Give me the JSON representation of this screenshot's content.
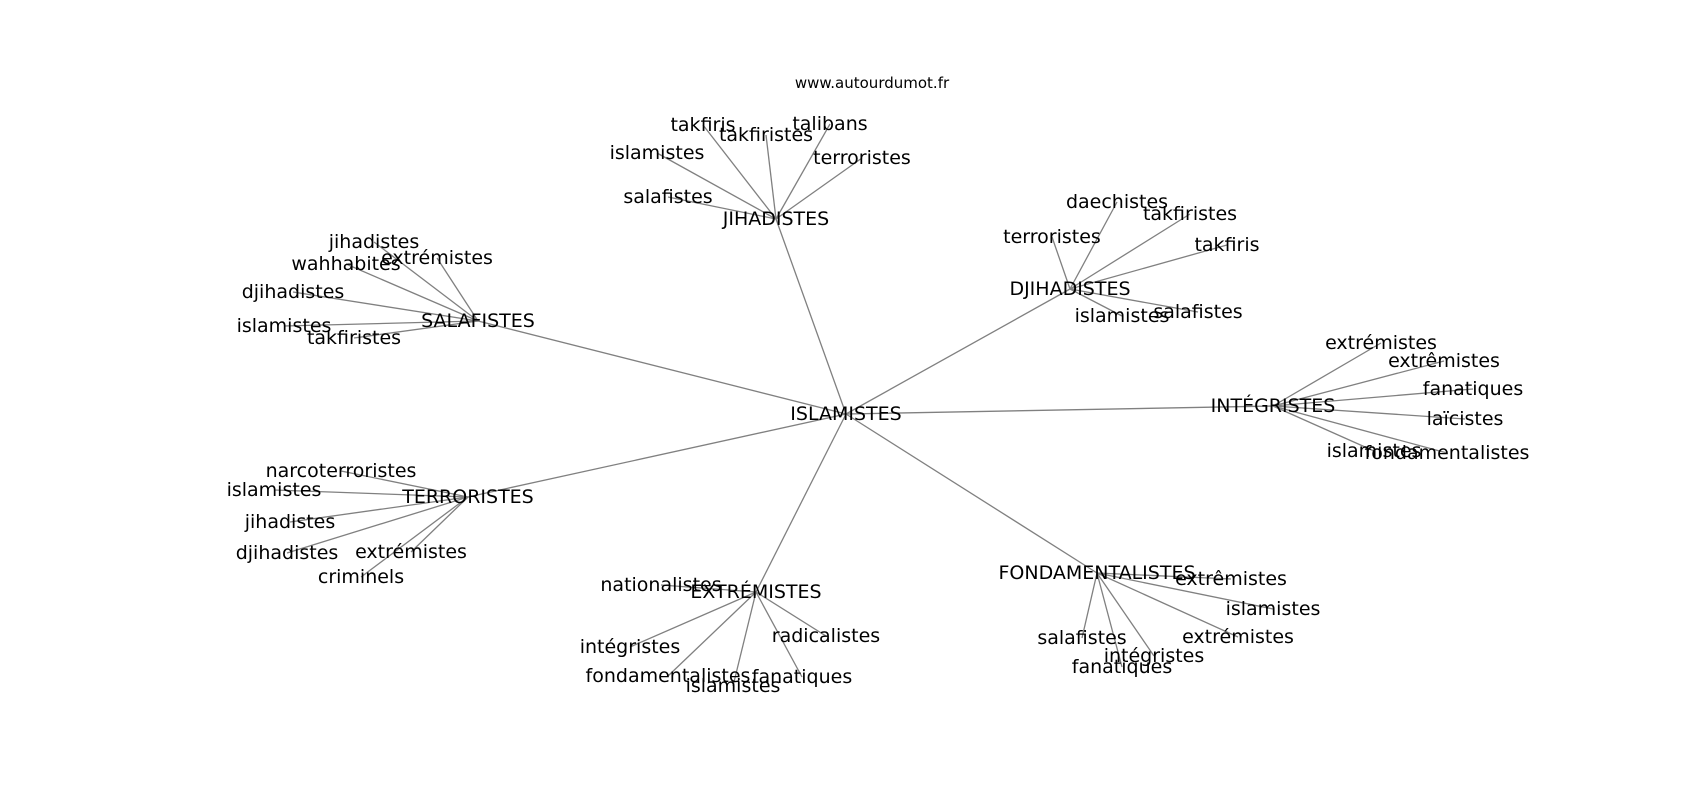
{
  "source": "www.autourdumot.fr",
  "style": {
    "edge_color": "#808080",
    "text_color": "#000000",
    "background": "#ffffff"
  },
  "graph": {
    "center": "ISLAMISTES",
    "clusters": [
      {
        "name": "JIHADISTES",
        "leaves": [
          "takfiris",
          "takfiristes",
          "talibans",
          "terroristes",
          "islamistes",
          "salafistes"
        ]
      },
      {
        "name": "DJIHADISTES",
        "leaves": [
          "daechistes",
          "takfiristes",
          "terroristes",
          "takfiris",
          "islamistes",
          "salafistes"
        ]
      },
      {
        "name": "SALAFISTES",
        "leaves": [
          "jihadistes",
          "extrémistes",
          "wahhabites",
          "djihadistes",
          "islamistes",
          "takfiristes"
        ]
      },
      {
        "name": "INTÉGRISTES",
        "leaves": [
          "extrémistes",
          "extrêmistes",
          "fanatiques",
          "laïcistes",
          "islamistes",
          "fondamentalistes"
        ]
      },
      {
        "name": "TERRORISTES",
        "leaves": [
          "narcoterroristes",
          "islamistes",
          "jihadistes",
          "djihadistes",
          "extrémistes",
          "criminels"
        ]
      },
      {
        "name": "EXTRÉMISTES",
        "leaves": [
          "nationalistes",
          "radicalistes",
          "intégristes",
          "fondamentalistes",
          "islamistes",
          "fanatiques"
        ]
      },
      {
        "name": "FONDAMENTALISTES",
        "leaves": [
          "extrêmistes",
          "islamistes",
          "extrémistes",
          "salafistes",
          "intégristes",
          "fanatiques"
        ]
      }
    ]
  }
}
